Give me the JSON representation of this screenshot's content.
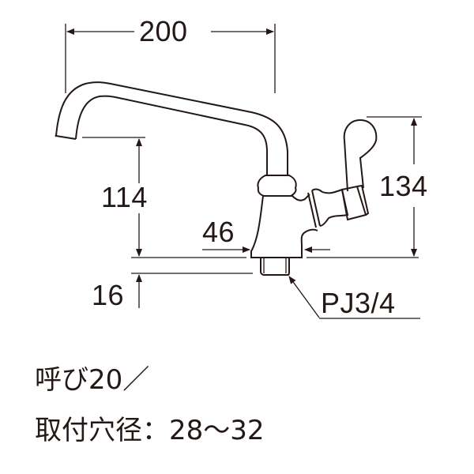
{
  "diagram": {
    "subject": "single-lever faucet with swing spout (side view)",
    "line_color": "#231815",
    "dimensions": {
      "spout_reach": "200",
      "spout_outlet_height": "114",
      "lever_height": "134",
      "body_width": "46",
      "shank_length": "16",
      "connection_thread": "PJ3/4"
    }
  },
  "specs": {
    "nominal_size": "呼び20／",
    "mounting_hole_diameter": "取付穴径：28～32"
  }
}
